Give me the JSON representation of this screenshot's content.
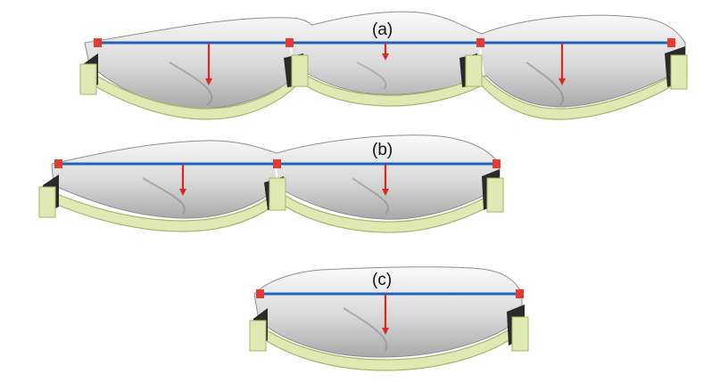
{
  "figure": {
    "panels": [
      {
        "label": "(a)",
        "spans": 3
      },
      {
        "label": "(b)",
        "spans": 2
      },
      {
        "label": "(c)",
        "spans": 1
      }
    ],
    "colors": {
      "shell_light": "#f3f3f3",
      "shell_mid": "#d6d6d6",
      "shell_dark": "#9a9a9a",
      "edge_beam": "#dfe9b4",
      "edge_beam_stroke": "#a9b46a",
      "shadow": "#2a2a2a",
      "cable": "#1f63b8",
      "anchor": "#e23b32",
      "load_arrow": "#d92a22"
    }
  }
}
